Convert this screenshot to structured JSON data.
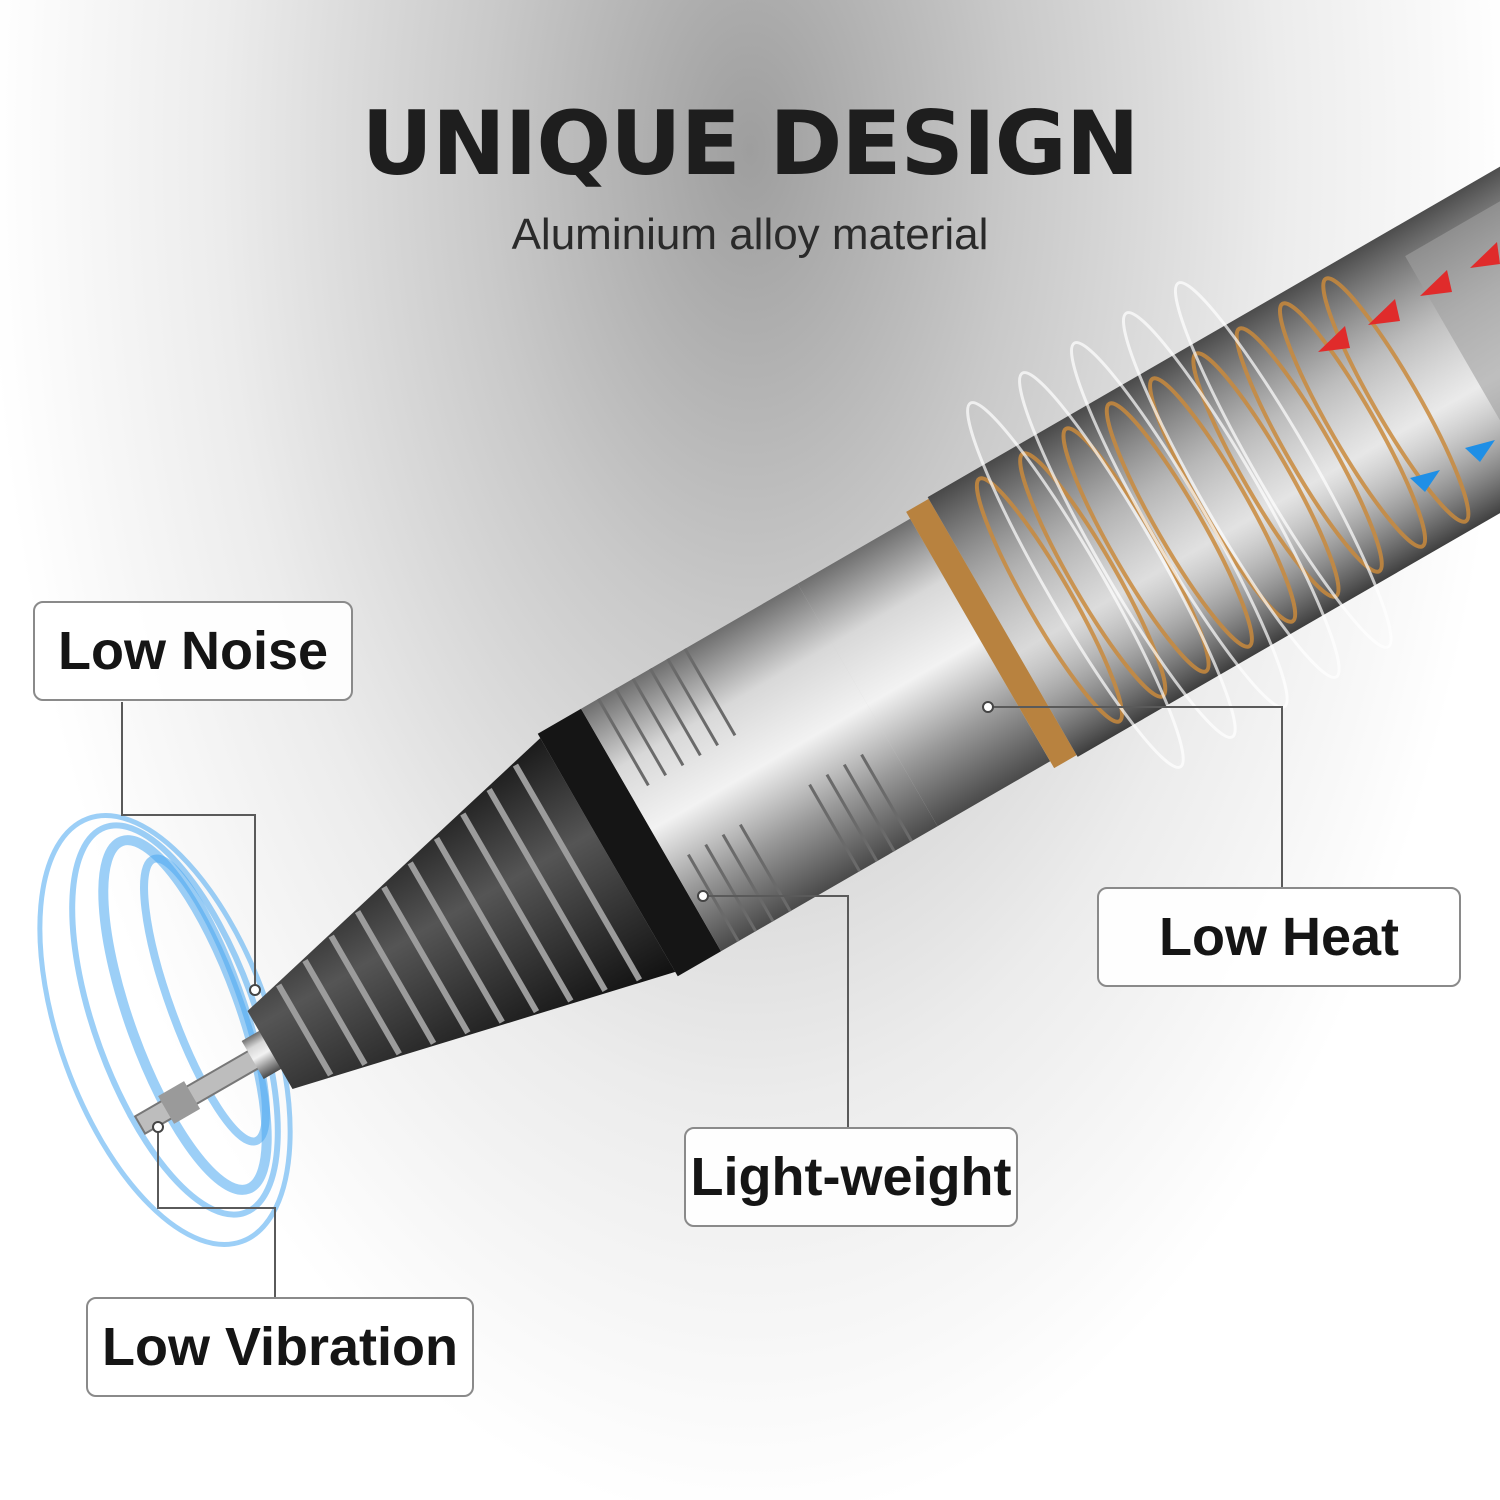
{
  "header": {
    "title": "UNIQUE DESIGN",
    "subtitle": "Aluminium alloy material"
  },
  "callouts": {
    "low_noise": "Low Noise",
    "low_heat": "Low Heat",
    "light_weight": "Light-weight",
    "low_vibration": "Low Vibration"
  },
  "colors": {
    "heading": "#1e1e1e",
    "copper_coil": "#c98a3c",
    "vibration_blue": "#4aa8f0",
    "airflow_red": "#e02b2b",
    "airflow_blue": "#1f8fe6",
    "grip_black": "#2b2b2b",
    "metal_silver": "#b8b8b8"
  },
  "icons": [
    "vibration-waves-icon",
    "sound-waves-icon",
    "airflow-arrow-icon"
  ]
}
